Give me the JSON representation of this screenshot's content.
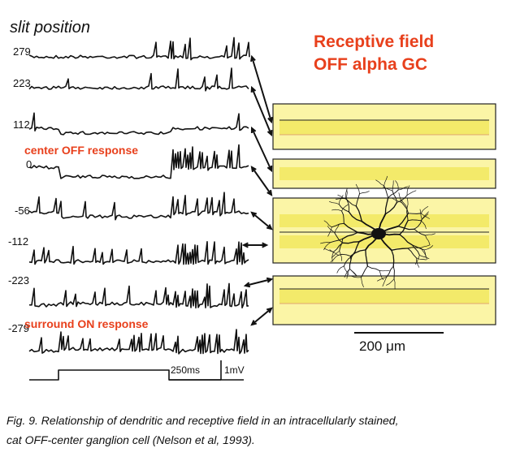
{
  "figure": {
    "heading": "slit position",
    "rf_title_line1": "Receptive field",
    "rf_title_line2": "OFF alpha GC",
    "center_label": "center OFF response",
    "surround_label": "surround ON response",
    "scale_bar_label": "200 μm",
    "time_scale_label": "250ms",
    "voltage_scale_label": "1mV",
    "traces": [
      {
        "position": "279"
      },
      {
        "position": "223"
      },
      {
        "position": "112"
      },
      {
        "position": "0"
      },
      {
        "position": "-56"
      },
      {
        "position": "-112"
      },
      {
        "position": "-223"
      },
      {
        "position": "-279"
      }
    ],
    "colors": {
      "accent_red": "#e8401c",
      "slit_fill": "#fbf5a6",
      "slit_stroke": "#222222",
      "cell": "#111111"
    }
  },
  "caption": {
    "line1": "Fig. 9. Relationship of dendritic and receptive field in an intracellularly stained,",
    "line2": "cat OFF-center ganglion cell (Nelson et al, 1993)."
  }
}
